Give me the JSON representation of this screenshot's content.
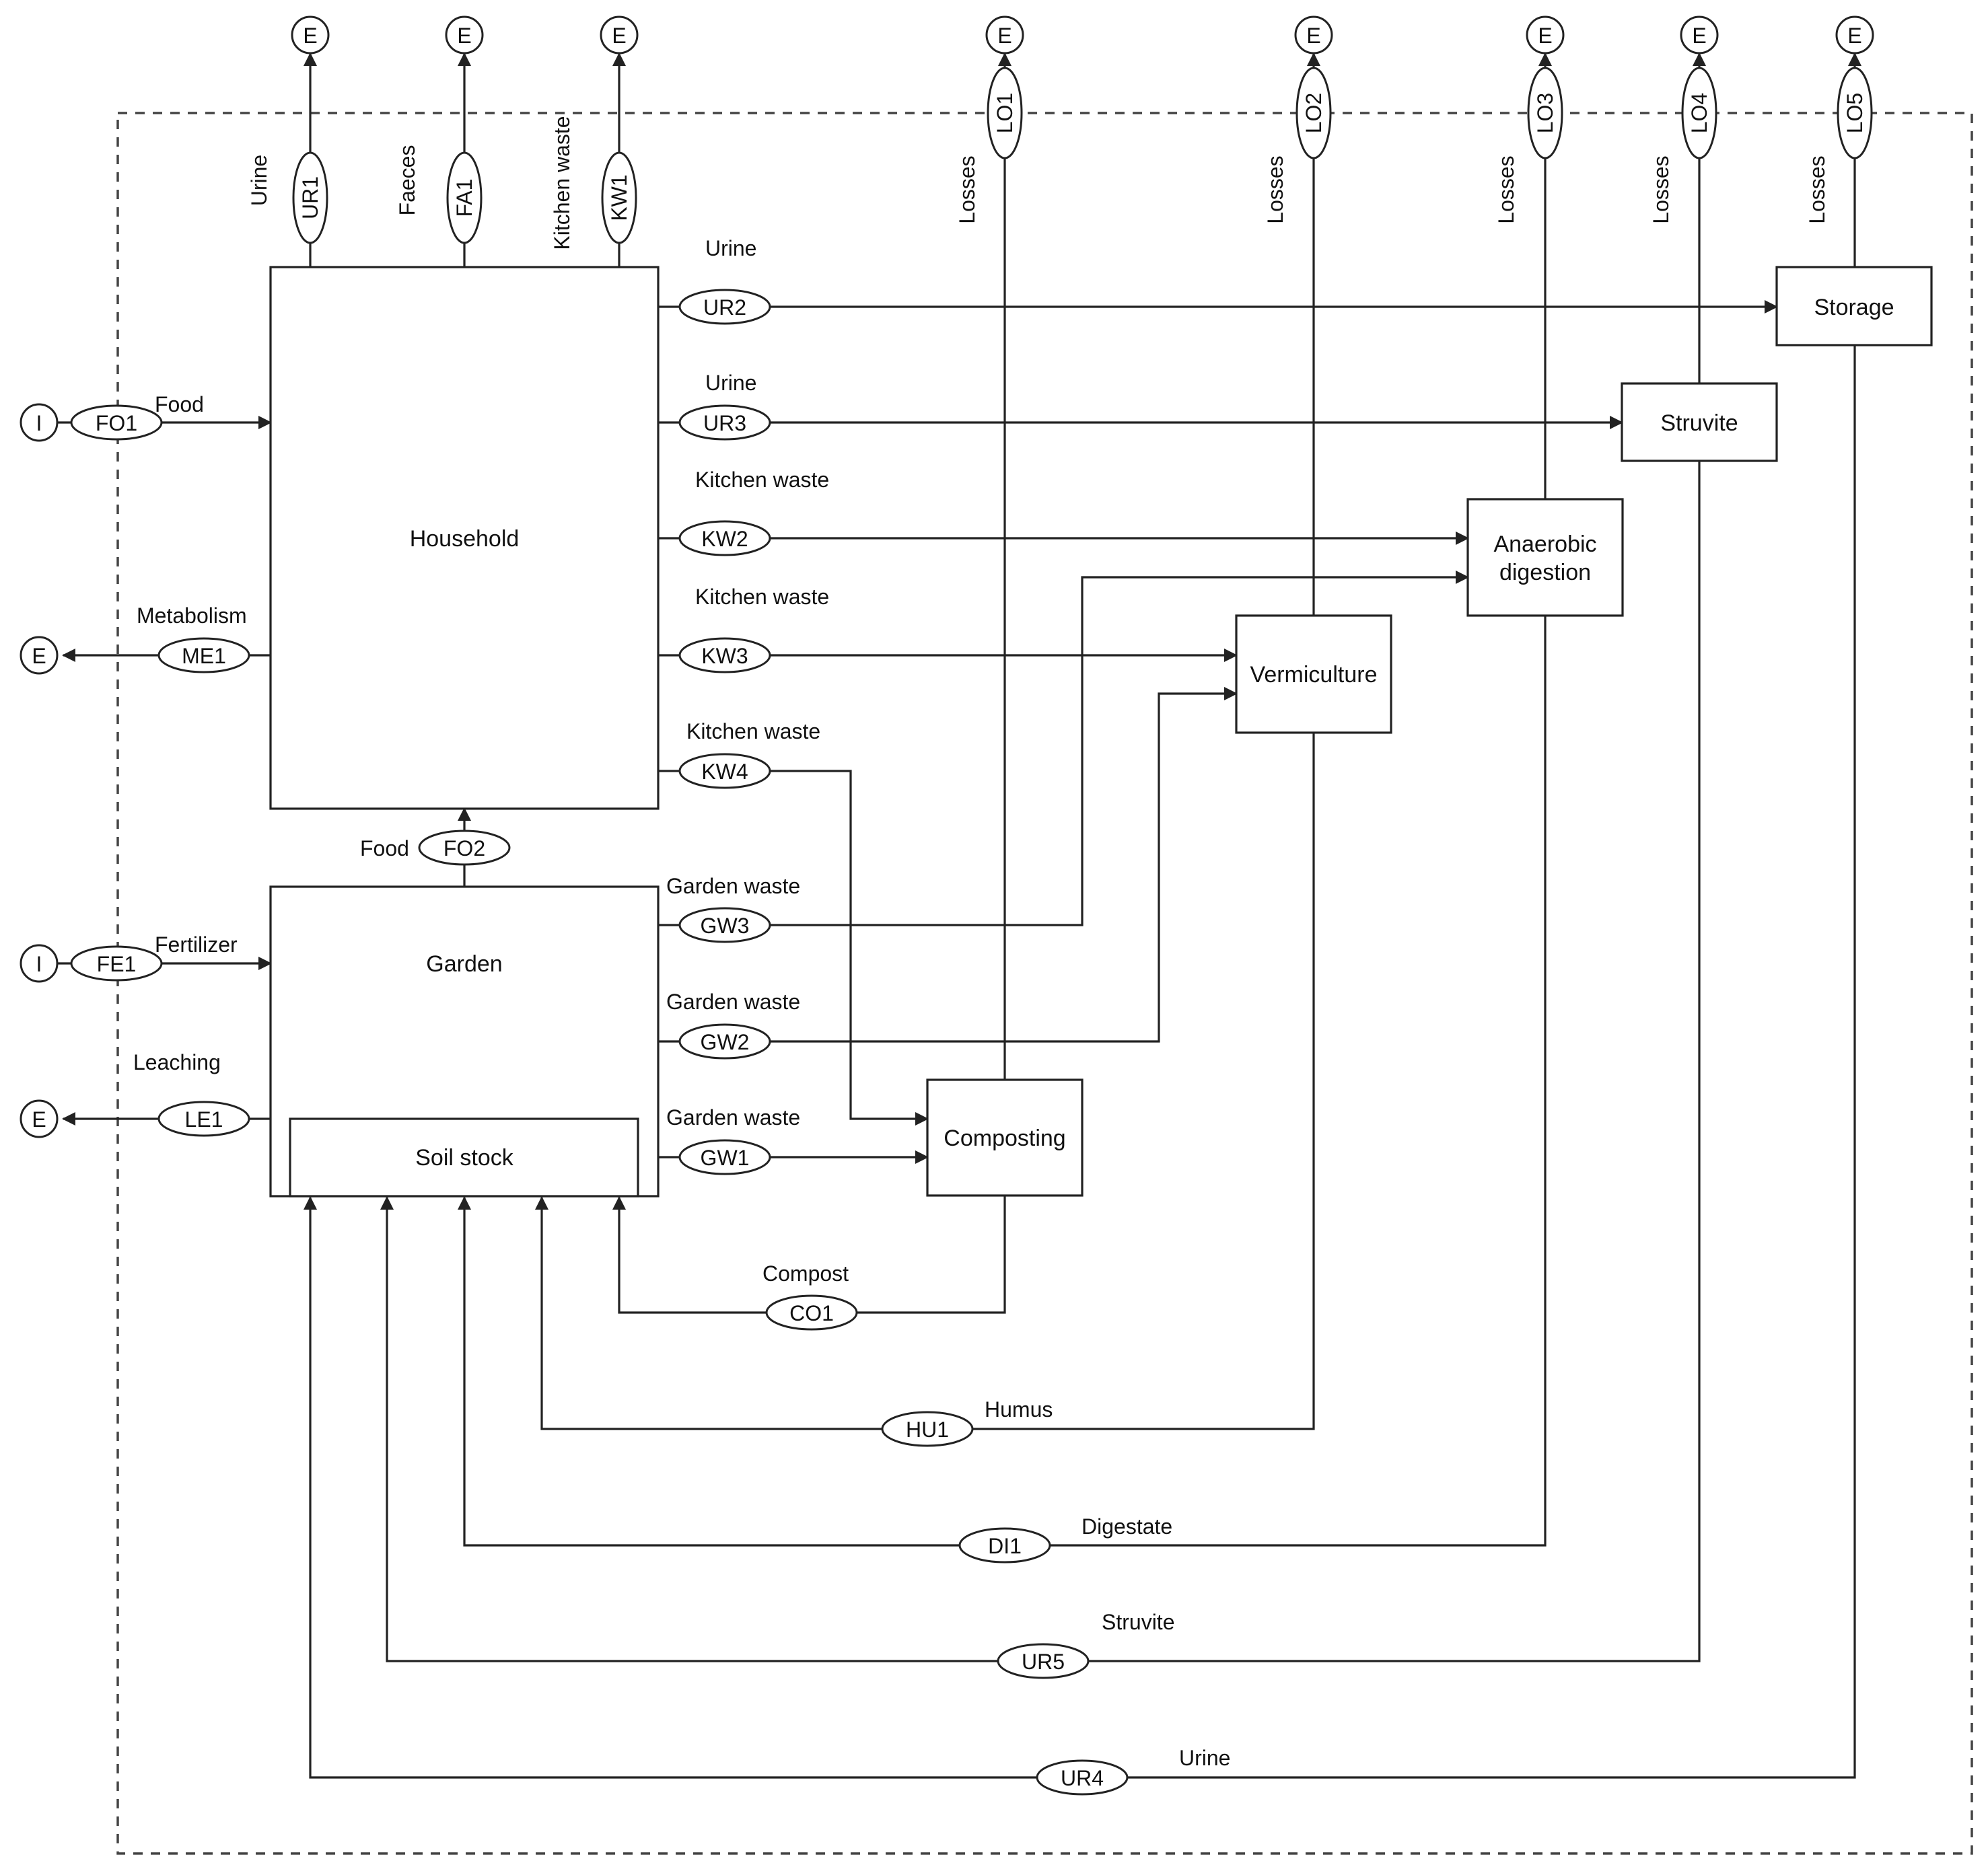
{
  "processes": {
    "household": "Household",
    "garden": "Garden",
    "soil_stock": "Soil stock",
    "storage": "Storage",
    "struvite": "Struvite",
    "anaerobic_line1": "Anaerobic",
    "anaerobic_line2": "digestion",
    "vermiculture": "Vermiculture",
    "composting": "Composting"
  },
  "terminals": {
    "import": "I",
    "export": "E"
  },
  "flows": {
    "FO1": {
      "code": "FO1",
      "label": "Food"
    },
    "FO2": {
      "code": "FO2",
      "label": "Food"
    },
    "ME1": {
      "code": "ME1",
      "label": "Metabolism"
    },
    "FE1": {
      "code": "FE1",
      "label": "Fertilizer"
    },
    "LE1": {
      "code": "LE1",
      "label": "Leaching"
    },
    "UR1": {
      "code": "UR1",
      "label": "Urine"
    },
    "FA1": {
      "code": "FA1",
      "label": "Faeces"
    },
    "KW1": {
      "code": "KW1",
      "label": "Kitchen waste"
    },
    "UR2": {
      "code": "UR2",
      "label": "Urine"
    },
    "UR3": {
      "code": "UR3",
      "label": "Urine"
    },
    "KW2": {
      "code": "KW2",
      "label": "Kitchen waste"
    },
    "KW3": {
      "code": "KW3",
      "label": "Kitchen waste"
    },
    "KW4": {
      "code": "KW4",
      "label": "Kitchen waste"
    },
    "GW3": {
      "code": "GW3",
      "label": "Garden waste"
    },
    "GW2": {
      "code": "GW2",
      "label": "Garden waste"
    },
    "GW1": {
      "code": "GW1",
      "label": "Garden waste"
    },
    "LO1": {
      "code": "LO1",
      "label": "Losses"
    },
    "LO2": {
      "code": "LO2",
      "label": "Losses"
    },
    "LO3": {
      "code": "LO3",
      "label": "Losses"
    },
    "LO4": {
      "code": "LO4",
      "label": "Losses"
    },
    "LO5": {
      "code": "LO5",
      "label": "Losses"
    },
    "CO1": {
      "code": "CO1",
      "label": "Compost"
    },
    "HU1": {
      "code": "HU1",
      "label": "Humus"
    },
    "DI1": {
      "code": "DI1",
      "label": "Digestate"
    },
    "UR5": {
      "code": "UR5",
      "label": "Struvite"
    },
    "UR4": {
      "code": "UR4",
      "label": "Urine"
    }
  }
}
